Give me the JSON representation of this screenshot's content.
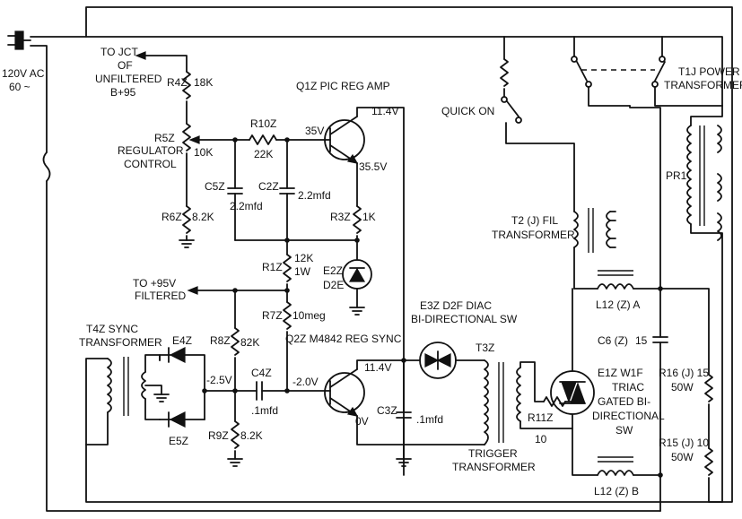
{
  "source": {
    "voltage": "120V AC",
    "freq": "60 ~"
  },
  "labels": {
    "jct": [
      "TO JCT",
      "OF",
      "UNFILTERED",
      "B+95"
    ],
    "filtered": [
      "TO +95V",
      "FILTERED"
    ],
    "quick_on": "QUICK ON"
  },
  "parts": {
    "r4": {
      "ref": "R4Z",
      "value": "18K"
    },
    "r5": {
      "ref": "R5Z",
      "desc": [
        "REGULATOR",
        "CONTROL"
      ],
      "value": "10K"
    },
    "r6": {
      "ref": "R6Z",
      "value": "8.2K"
    },
    "r10": {
      "ref": "R10Z",
      "value": "22K"
    },
    "c5": {
      "ref": "C5Z",
      "value": "2.2mfd"
    },
    "c2": {
      "ref": "C2Z",
      "value": "2.2mfd"
    },
    "q1": {
      "title": "Q1Z PIC REG AMP",
      "vb": "35V",
      "ve": "35.5V",
      "vc": "11.4V"
    },
    "r3": {
      "ref": "R3Z",
      "value": "1K"
    },
    "r1": {
      "ref": "R1Z",
      "value": "12K",
      "watt": "1W"
    },
    "e2": {
      "ref": "E2Z",
      "type": "D2E"
    },
    "r7": {
      "ref": "R7Z",
      "value": "10meg"
    },
    "q2": {
      "title": "Q2Z M4842  REG SYNC",
      "vb": "-2.0V",
      "vc": "11.4V",
      "ve": "0V"
    },
    "t4": {
      "lines": [
        "T4Z SYNC",
        "TRANSFORMER"
      ]
    },
    "e4": {
      "ref": "E4Z"
    },
    "e5": {
      "ref": "E5Z"
    },
    "r8": {
      "ref": "R8Z",
      "value": "82K"
    },
    "r9": {
      "ref": "R9Z",
      "value": "8.2K"
    },
    "c4": {
      "ref": "C4Z",
      "value": ".1mfd"
    },
    "node_v": "-2.5V",
    "e3": {
      "lines": [
        "E3Z  D2F DIAC",
        "BI-DIRECTIONAL SW"
      ]
    },
    "c3": {
      "ref": "C3Z",
      "value": ".1mfd"
    },
    "t3": {
      "ref": "T3Z",
      "lines": [
        "TRIGGER",
        "TRANSFORMER"
      ]
    },
    "r11": {
      "ref": "R11Z",
      "value": "10"
    },
    "e1": {
      "lines": [
        "E1Z  W1F",
        "TRIAC",
        "GATED BI-",
        "DIRECTIONAL",
        "SW"
      ]
    },
    "t2": {
      "lines": [
        "T2 (J) FIL",
        "TRANSFORMER"
      ]
    },
    "t1": {
      "lines": [
        "T1J POWER",
        "TRANSFORMER"
      ],
      "primary": "PR1"
    },
    "l12a": {
      "ref": "L12 (Z) A"
    },
    "l12b": {
      "ref": "L12 (Z) B"
    },
    "c6": {
      "ref": "C6 (Z)",
      "value": "15"
    },
    "r16": {
      "ref": "R16 (J) 15",
      "watt": "50W"
    },
    "r15": {
      "ref": "R15 (J) 10",
      "watt": "50W"
    }
  }
}
